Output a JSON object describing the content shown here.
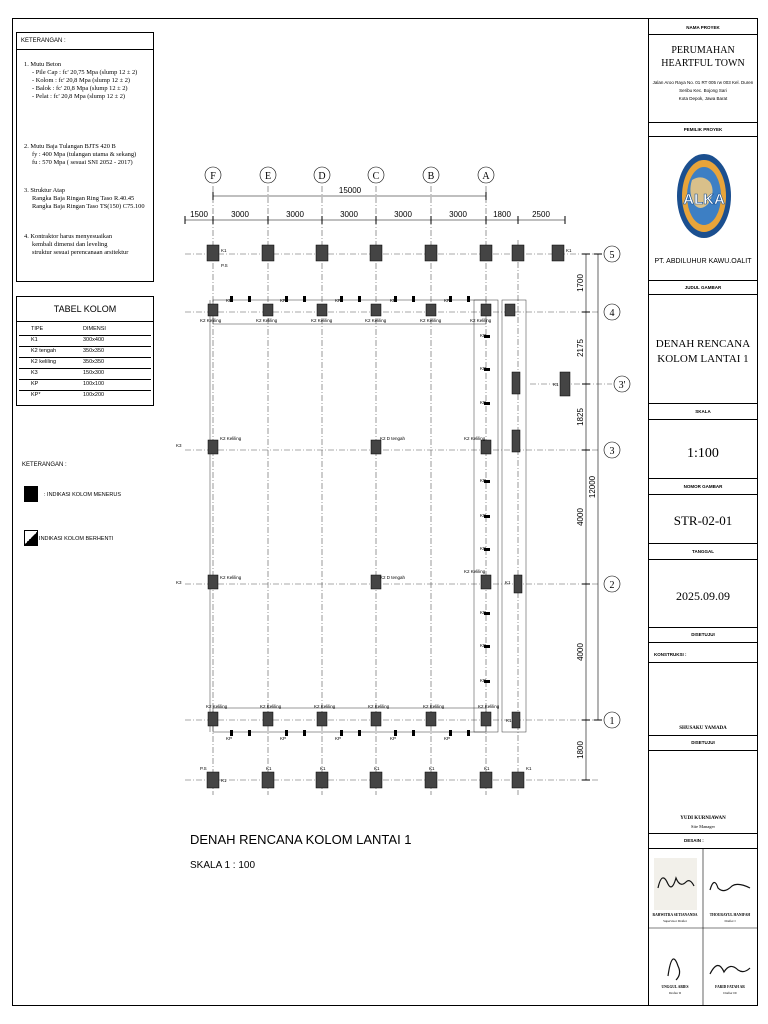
{
  "notes": {
    "header": "KETERANGAN :",
    "items": [
      {
        "title": "1.  Mutu Beton",
        "lines": [
          "- Pile Cap   : fc' 20,75 Mpa (slump 12 ± 2)",
          "- Kolom     : fc' 20,8 Mpa (slump 12 ± 2)",
          "- Balok      : fc' 20,8 Mpa (slump 12 ± 2)",
          "- Pelat      : fc' 20,8 Mpa (slump 12 ± 2)"
        ]
      },
      {
        "title": "2.  Mutu Baja Tulangan BJTS 420 B",
        "lines": [
          "fy : 400 Mpa (tulangan utama & sekang)",
          "fu : 570 Mpa ( sesuai SNI 2052 - 2017)"
        ]
      },
      {
        "title": "3.  Struktur Atap",
        "lines": [
          "Rangka Baja Ringan Ring Taso R.40.45",
          "Rangka Baja Ringan Taso TS(150) C75.100"
        ]
      },
      {
        "title": "4.  Kontraktor harus menyesuaikan",
        "lines": [
          "kembali dimensi dan leveling",
          "struktur sesuai perencanaan arsitektur"
        ]
      }
    ]
  },
  "column_table": {
    "title": "TABEL KOLOM",
    "headers": [
      "TIPE",
      "DIMENSI"
    ],
    "rows": [
      [
        "K1",
        "300x400"
      ],
      [
        "K2 tengah",
        "350x350"
      ],
      [
        "K2 keliling",
        "350x350"
      ],
      [
        "K3",
        "150x300"
      ],
      [
        "KP",
        "100x100"
      ],
      [
        "KP*",
        "100x200"
      ]
    ]
  },
  "legend": {
    "header": "KETERANGAN :",
    "continue_label": ": INDIKASI KOLOM MENERUS",
    "stop_label": ": INDIKASI KOLOM BERHENTI"
  },
  "grid": {
    "letters": [
      "F",
      "E",
      "D",
      "C",
      "B",
      "A"
    ],
    "numbers": [
      "5",
      "4",
      "3'",
      "3",
      "2",
      "1"
    ],
    "top_total": "15000",
    "top_dims": [
      "1500",
      "3000",
      "3000",
      "3000",
      "3000",
      "3000",
      "1800",
      "2500"
    ],
    "right_dims": [
      "1700",
      "2175",
      "1825",
      "4000",
      "4000",
      "1800"
    ],
    "right_total": "12000"
  },
  "plan_labels": {
    "k1": "K1",
    "k2k": "K2 Keliling",
    "k2t": "K2 D tengah",
    "k3": "K3",
    "kp": "KP",
    "ps": "P.S"
  },
  "drawing": {
    "title": "DENAH RENCANA KOLOM LANTAI 1",
    "scale": "SKALA    1 : 100"
  },
  "title_block": {
    "project_label": "NAMA PROYEK",
    "project_name_1": "PERUMAHAN",
    "project_name_2": "HEARTFUL TOWN",
    "address_1": "Jalan Aroo Raya No. 01 RT 005 rw 003 Kel. Duren",
    "address_2": "Seribu Kec. Bojong Sari",
    "address_3": "Kota Depok, Jawa Barat",
    "owner_label": "PEMILIK PROYEK",
    "logo_text": "ALKA",
    "owner_name": "PT. ABDILUHUR KAWU.OALIT",
    "drawing_label": "JUDUL GAMBAR",
    "drawing_title_1": "DENAH RENCANA",
    "drawing_title_2": "KOLOM LANTAI 1",
    "scale_label": "SKALA",
    "scale_value": "1:100",
    "number_label": "NOMOR GAMBAR",
    "number_value": "STR-02-01",
    "date_label": "TANGGAL",
    "date_value": "2025.09.09",
    "approved_label": "DISETUJUI",
    "konstruksi_label": "KONSTRUKSI :",
    "approver_1": "SHUSAKU YAMADA",
    "approved_label_2": "DISETUJUI",
    "site_manager_name": "YUDI KURNIAWAN",
    "site_manager_role": "Site Manager",
    "design_label": "DESAIN :",
    "sig1_name": "RAHWITRA SETIANANDA",
    "sig1_role": "Supervisor Drafter",
    "sig2_name": "THOURAYUL HANIFAH",
    "sig2_role": "Drafter I",
    "sig3_name": "UNGGUL ABIES",
    "sig3_role": "Drafter II",
    "sig4_name": "FARID FATAH AR",
    "sig4_role": "Drafter III"
  }
}
